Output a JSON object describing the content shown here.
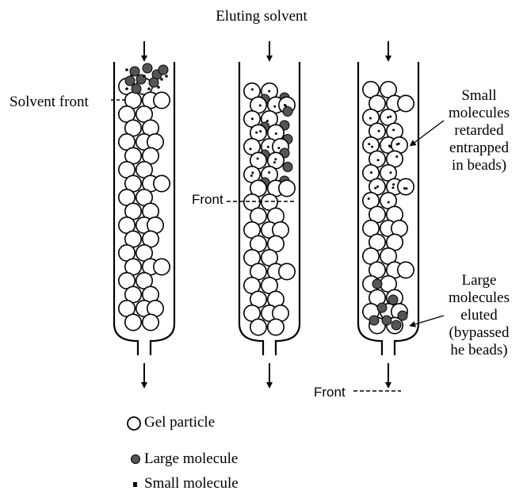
{
  "title": "Eluting solvent",
  "labels": {
    "solvent_front": "Solvent front",
    "front_middle": "Front",
    "front_right": "Front",
    "small_molecules": [
      "Small",
      "molecules",
      "retarded",
      "entrapped",
      "in beads)"
    ],
    "large_molecules": [
      "Large",
      "molecules",
      "eluted",
      "(bypassed",
      "he beads)"
    ]
  },
  "legend": [
    {
      "symbol": "gel-particle",
      "label": "Gel particle"
    },
    {
      "symbol": "large-molecule",
      "label": "Large molecule"
    },
    {
      "symbol": "small-molecule",
      "label": "Small molecule"
    }
  ],
  "colors": {
    "ink": "#000000",
    "dot_fill": "#555555",
    "background": "#ffffff"
  }
}
